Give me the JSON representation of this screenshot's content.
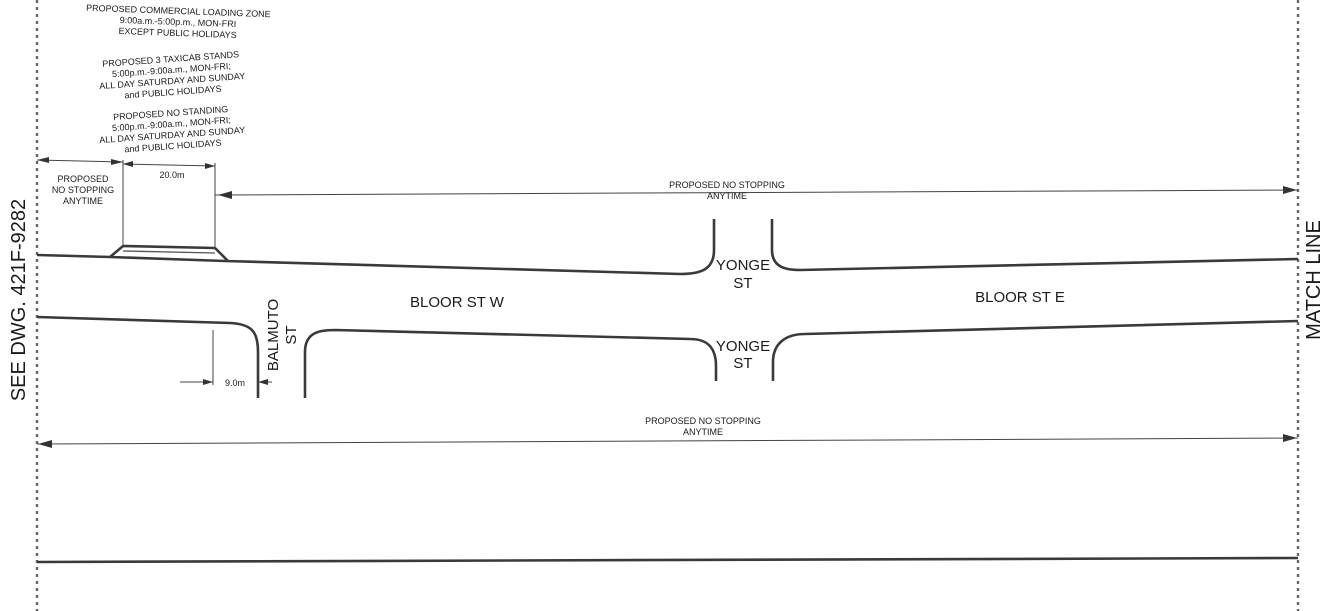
{
  "notes": {
    "loading_zone": [
      "PROPOSED COMMERCIAL LOADING ZONE",
      "9:00a.m.-5:00p.m., MON-FRI",
      "EXCEPT PUBLIC HOLIDAYS"
    ],
    "taxicab": [
      "PROPOSED 3 TAXICAB STANDS",
      "5:00p.m.-9:00a.m., MON-FRI;",
      "ALL DAY SATURDAY AND SUNDAY",
      "and PUBLIC HOLIDAYS"
    ],
    "no_standing": [
      "PROPOSED NO STANDING",
      "5:00p.m.-9:00a.m., MON-FRI;",
      "ALL DAY SATURDAY AND SUNDAY",
      "and PUBLIC HOLIDAYS"
    ],
    "no_stopping_left": [
      "PROPOSED",
      "NO STOPPING",
      "ANYTIME"
    ],
    "no_stopping_north": [
      "PROPOSED NO STOPPING",
      "ANYTIME"
    ],
    "no_stopping_south": [
      "PROPOSED NO STOPPING",
      "ANYTIME"
    ]
  },
  "dimensions": {
    "zone_length": "20.0m",
    "balmuto_offset": "9.0m"
  },
  "streets": {
    "bloor_west": "BLOOR ST W",
    "bloor_east": "BLOOR ST E",
    "yonge_line1": "YONGE",
    "yonge_line2": "ST",
    "balmuto_line1": "BALMUTO",
    "balmuto_line2": "ST"
  },
  "margins": {
    "left_reference": "SEE DWG. 421F-9282",
    "right_reference": "MATCH LINE"
  }
}
